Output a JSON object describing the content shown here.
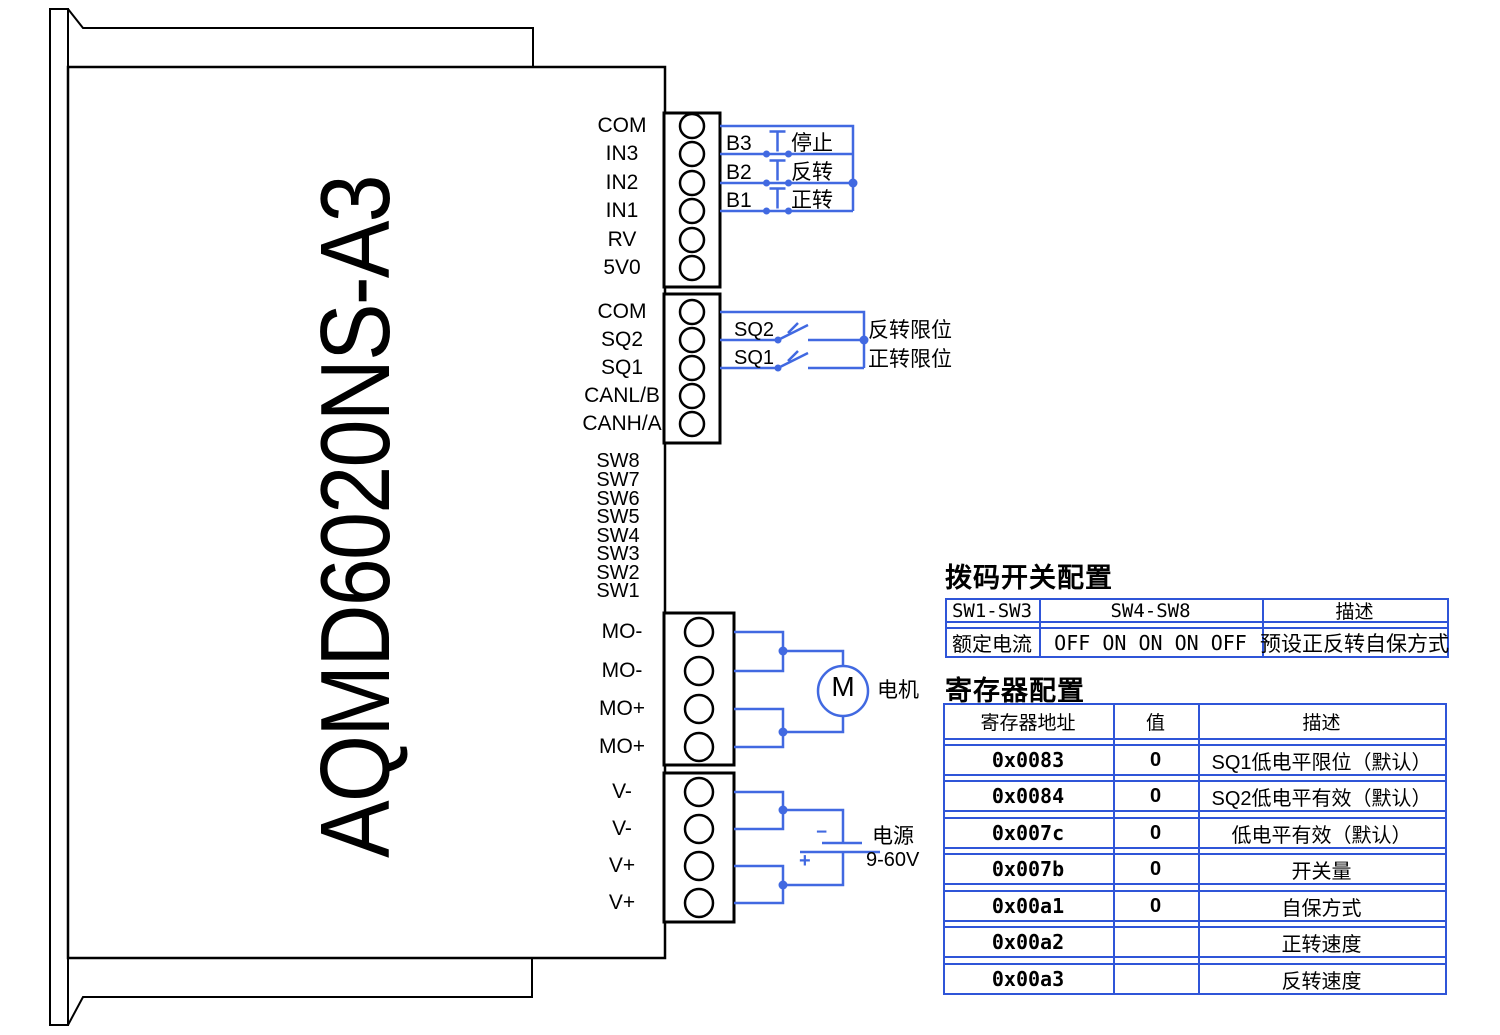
{
  "device": {
    "model": "AQMD6020NS-A3",
    "groups": {
      "io": {
        "pins": [
          "COM",
          "IN3",
          "IN2",
          "IN1",
          "RV",
          "5V0"
        ]
      },
      "limit_can": {
        "pins": [
          "COM",
          "SQ2",
          "SQ1",
          "CANL/B",
          "CANH/A"
        ]
      },
      "dip": {
        "pins": [
          "SW8",
          "SW7",
          "SW6",
          "SW5",
          "SW4",
          "SW3",
          "SW2",
          "SW1"
        ]
      },
      "motor_out": {
        "pins": [
          "MO-",
          "MO-",
          "MO+",
          "MO+"
        ]
      },
      "power_in": {
        "pins": [
          "V-",
          "V-",
          "V+",
          "V+"
        ]
      }
    }
  },
  "wiring": {
    "buttons": [
      {
        "id": "B3",
        "action": "停止"
      },
      {
        "id": "B2",
        "action": "反转"
      },
      {
        "id": "B1",
        "action": "正转"
      }
    ],
    "switches": [
      {
        "id": "SQ2",
        "label": "反转限位"
      },
      {
        "id": "SQ1",
        "label": "正转限位"
      }
    ],
    "motor": {
      "symbol": "M",
      "label": "电机"
    },
    "power": {
      "label": "电源",
      "voltage": "9-60V",
      "minus": "−",
      "plus": "+"
    }
  },
  "dip_table": {
    "title": "拨码开关配置",
    "headers": [
      "SW1-SW3",
      "SW4-SW8",
      "描述"
    ],
    "rows": [
      [
        "额定电流",
        "OFF ON ON ON OFF",
        "预设正反转自保方式"
      ]
    ]
  },
  "register_table": {
    "title": "寄存器配置",
    "headers": [
      "寄存器地址",
      "值",
      "描述"
    ],
    "rows": [
      [
        "0x0083",
        "0",
        "SQ1低电平限位（默认）"
      ],
      [
        "0x0084",
        "0",
        "SQ2低电平有效（默认）"
      ],
      [
        "0x007c",
        "0",
        "低电平有效（默认）"
      ],
      [
        "0x007b",
        "0",
        "开关量"
      ],
      [
        "0x00a1",
        "0",
        "自保方式"
      ],
      [
        "0x00a2",
        "",
        "正转速度"
      ],
      [
        "0x00a3",
        "",
        "反转速度"
      ]
    ]
  },
  "colors": {
    "wire": "#4169E1",
    "table_border": "#2F55D8",
    "outline": "#000000"
  }
}
